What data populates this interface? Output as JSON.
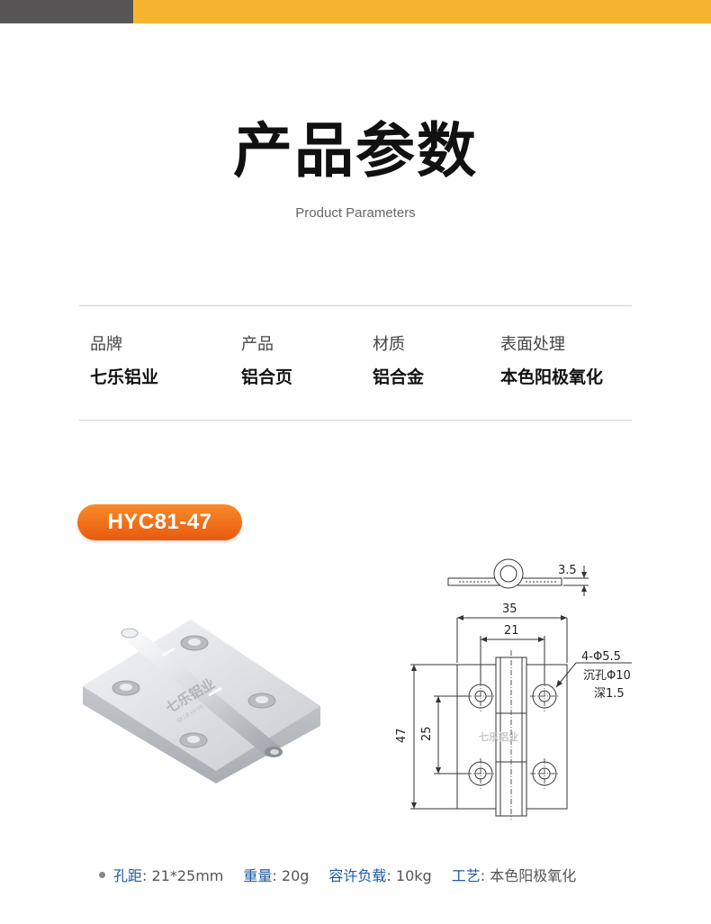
{
  "colors": {
    "top_bar_dark": "#575555",
    "top_bar_accent": "#f7b52f",
    "pill_gradient_top": "#f98a28",
    "pill_gradient_bottom": "#e85a0e",
    "param_key": "#1f5aa6"
  },
  "header": {
    "title": "产品参数",
    "subtitle": "Product Parameters"
  },
  "specs": [
    {
      "label": "品牌",
      "value": "七乐铝业"
    },
    {
      "label": "产品",
      "value": "铝合页"
    },
    {
      "label": "材质",
      "value": "铝合金"
    },
    {
      "label": "表面处理",
      "value": "本色阳极氧化"
    }
  ],
  "model": {
    "name": "HYC81-47"
  },
  "photo": {
    "logo_text": "七乐铝业",
    "logo_sub": "QI LE LV YE"
  },
  "drawing": {
    "dims": {
      "thickness": "3.5",
      "width": "35",
      "hole_spacing_x": "21",
      "height": "47",
      "hole_spacing_y": "25"
    },
    "hole_note": {
      "line1": "4-Φ5.5",
      "line2": "沉孔Φ10",
      "line3": "深1.5"
    },
    "watermark": "七乐铝业"
  },
  "params": [
    {
      "key": "孔距",
      "value": "21*25mm"
    },
    {
      "key": "重量",
      "value": "20g"
    },
    {
      "key": "容许负载",
      "value": "10kg"
    },
    {
      "key": "工艺",
      "value": "本色阳极氧化"
    }
  ]
}
